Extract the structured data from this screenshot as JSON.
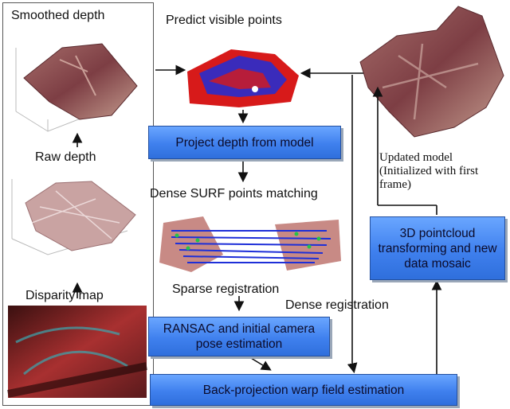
{
  "left_panel": {
    "smoothed_label": "Smoothed depth",
    "raw_label": "Raw depth",
    "disparity_label": "Disparity map"
  },
  "center": {
    "predict_label": "Predict visible points",
    "project_box": "Project depth from model",
    "dense_surf_label": "Dense SURF points matching",
    "sparse_label": "Sparse registration",
    "ransac_box": "RANSAC and initial camera pose estimation",
    "backproj_box": "Back-projection warp field estimation"
  },
  "right": {
    "updated_model": "Updated model (Initialized with first frame)",
    "pointcloud_box": "3D pointcloud transforming and new data mosaic",
    "dense_reg_label": "Dense registration"
  },
  "colors": {
    "box_blue": "#3f80ee",
    "tissue_red": "#8a4a4c",
    "point_blue": "#1e2fd8",
    "point_red": "#e01515"
  }
}
